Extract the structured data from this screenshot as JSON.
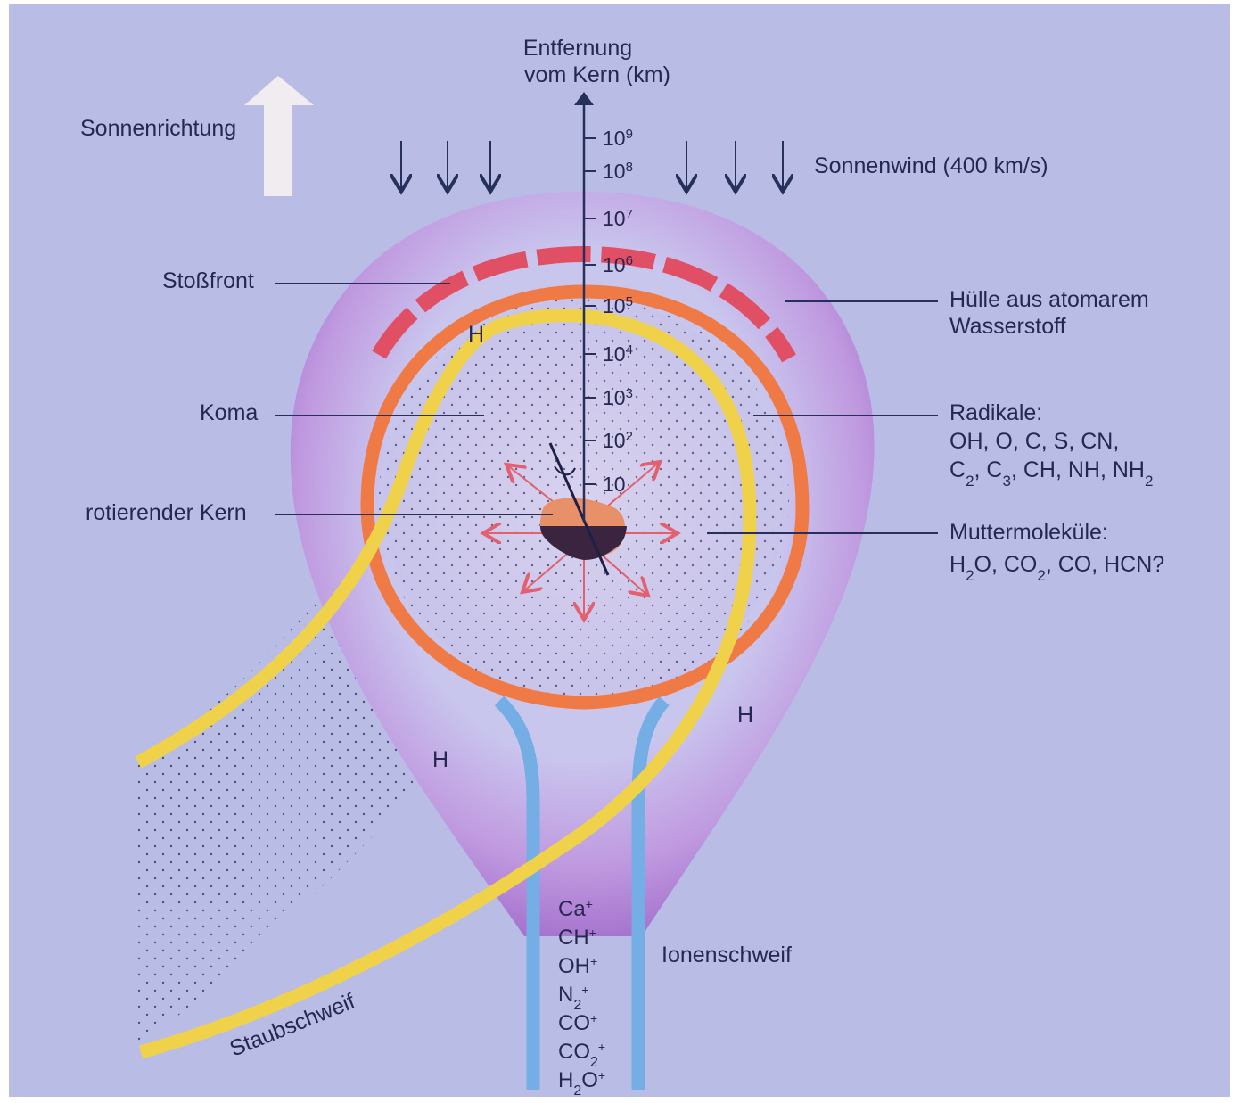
{
  "axis": {
    "title_line1": "Entfernung",
    "title_line2": "vom Kern (km)",
    "tick_base": "10",
    "ticks": [
      {
        "exp": "9"
      },
      {
        "exp": "8"
      },
      {
        "exp": "7"
      },
      {
        "exp": "6"
      },
      {
        "exp": "5"
      },
      {
        "exp": "4"
      },
      {
        "exp": "3"
      },
      {
        "exp": "2"
      },
      {
        "exp": ""
      }
    ]
  },
  "labels": {
    "sun_direction": "Sonnenrichtung",
    "solar_wind": "Sonnenwind (400 km/s)",
    "shock_front": "Stoßfront",
    "hydrogen_envelope_line1": "Hülle aus atomarem",
    "hydrogen_envelope_line2": "Wasserstoff",
    "coma": "Koma",
    "rotating_nucleus": "rotierender Kern",
    "radicals_title": "Radikale:",
    "radicals_line1": "OH, O, C, S, CN,",
    "radicals_line2": [
      "C",
      "2",
      ", C",
      "3",
      ", CH, NH, NH",
      "2"
    ],
    "parent_molecules_title": "Muttermoleküle:",
    "parent_molecules_line": [
      "H",
      "2",
      "O, CO",
      "2",
      ", CO, HCN?"
    ],
    "hydrogen_symbol": "H",
    "ion_tail": "Ionenschweif",
    "dust_tail": "Staubschweif"
  },
  "ion_list": [
    [
      "Ca",
      "",
      "+"
    ],
    [
      "CH",
      "",
      "+"
    ],
    [
      "OH",
      "",
      "+"
    ],
    [
      "N",
      "2",
      "+"
    ],
    [
      "CO",
      "",
      "+"
    ],
    [
      "CO",
      "2",
      "+"
    ],
    [
      "H",
      "2",
      "O+"
    ]
  ],
  "colors": {
    "background": "#b9bde6",
    "envelope": "#b07ad0",
    "shock": "#e04f63",
    "radical_ring": "#f07a45",
    "dust_tail": "#f0d24a",
    "ion_tail": "#74aee4",
    "nucleus": "#e7906a",
    "nucleus_dark": "#3a2440",
    "outflow_arrows": "#e46070",
    "arrow_sun": "#f3eef0"
  }
}
